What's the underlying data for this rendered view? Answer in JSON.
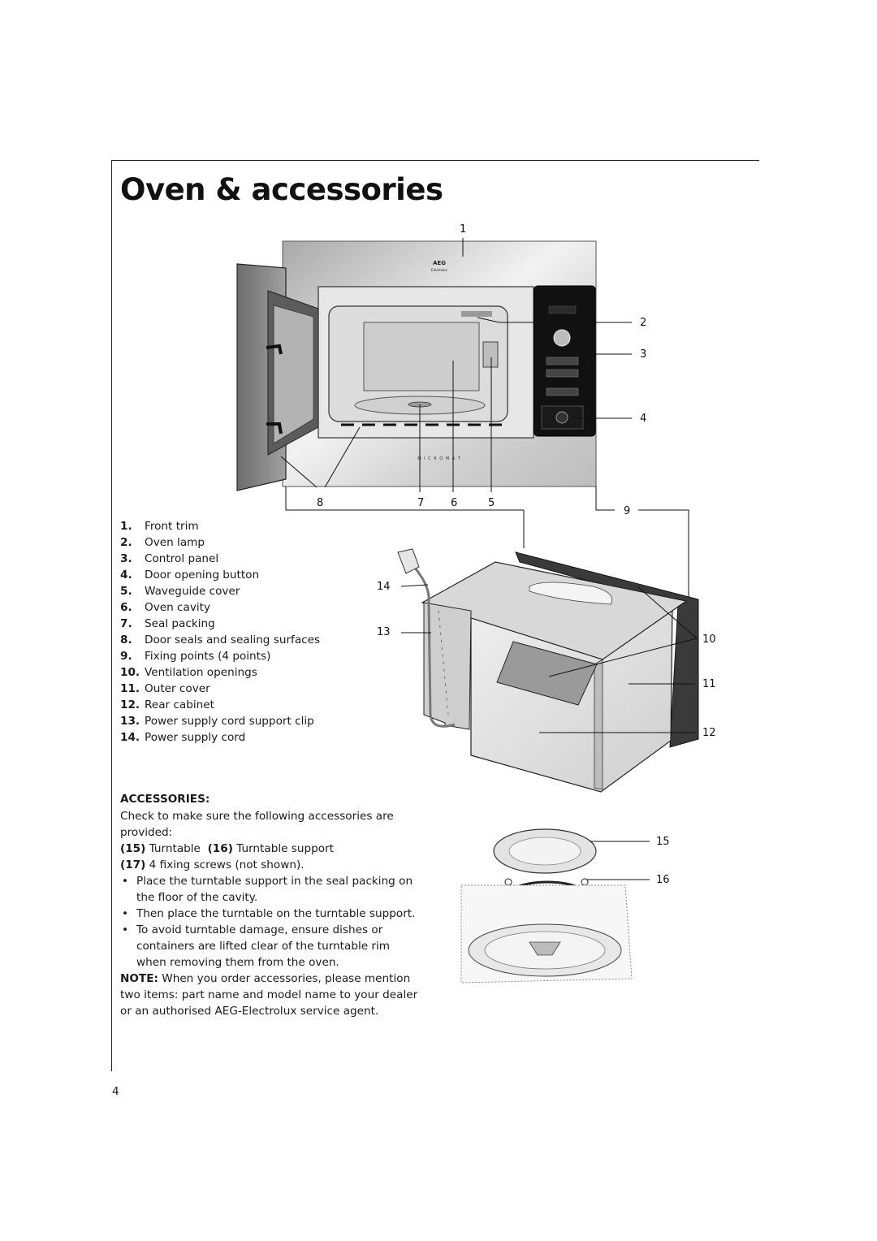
{
  "page": {
    "title": "Oven & accessories",
    "page_number": "4"
  },
  "parts": [
    {
      "num": "1.",
      "label": "Front trim"
    },
    {
      "num": "2.",
      "label": "Oven lamp"
    },
    {
      "num": "3.",
      "label": "Control panel"
    },
    {
      "num": "4.",
      "label": "Door opening button"
    },
    {
      "num": "5.",
      "label": "Waveguide cover"
    },
    {
      "num": "6.",
      "label": "Oven cavity"
    },
    {
      "num": "7.",
      "label": "Seal packing"
    },
    {
      "num": "8.",
      "label": "Door seals and sealing surfaces"
    },
    {
      "num": "9.",
      "label": "Fixing points (4 points)"
    },
    {
      "num": "10.",
      "label": "Ventilation openings"
    },
    {
      "num": "11.",
      "label": "Outer cover"
    },
    {
      "num": "12.",
      "label": "Rear cabinet"
    },
    {
      "num": "13.",
      "label": "Power supply cord support clip"
    },
    {
      "num": "14.",
      "label": "Power supply cord"
    }
  ],
  "accessories": {
    "heading": "ACCESSORIES:",
    "intro": "Check to make sure the following accessories are provided:",
    "line1_num_a": "(15)",
    "line1_text_a": " Turntable  ",
    "line1_num_b": "(16)",
    "line1_text_b": " Turntable support",
    "line2_num": "(17)",
    "line2_text": " 4 fixing screws (not shown).",
    "bullets": [
      "Place the turntable support in the seal packing on the floor of the cavity.",
      "Then place the turntable on the turntable support.",
      "To avoid turntable damage, ensure dishes or containers are lifted clear of the turntable rim when removing them from the oven."
    ],
    "note_label": "NOTE:",
    "note_text": " When you order accessories, please mention two items: part name and model name to your dealer or an authorised AEG-Electrolux service agent."
  },
  "figure": {
    "brand_logo": "AEG",
    "brand_sub": "Electrolux",
    "product_name": "M I C R O M A T",
    "callouts": {
      "c1": "1",
      "c2": "2",
      "c3": "3",
      "c4": "4",
      "c5": "5",
      "c6": "6",
      "c7": "7",
      "c8": "8",
      "c9": "9",
      "c10": "10",
      "c11": "11",
      "c12": "12",
      "c13": "13",
      "c14": "14",
      "c15": "15",
      "c16": "16"
    }
  },
  "colors": {
    "panel_black": "#111111",
    "trim_gray": "#c8c8c8",
    "cavity_gray": "#d9d9d9",
    "glass_gray": "#8a8a8a",
    "line": "#111111"
  }
}
